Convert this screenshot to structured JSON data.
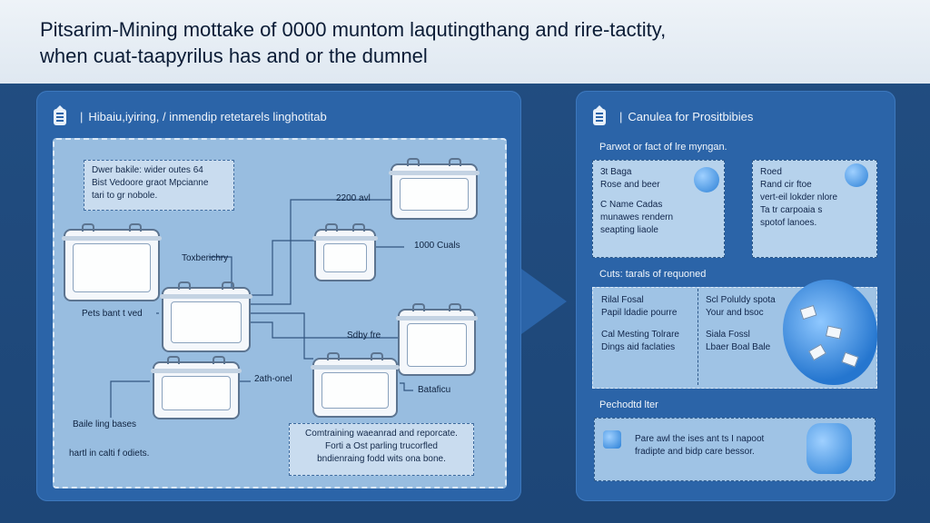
{
  "header": {
    "title_line1": "Pitsarim-Mining mottake of 0000 muntom laqutingthang and rire-tactity,",
    "title_line2": "when cuat-taapyrilus has and or the dumnel"
  },
  "left_panel": {
    "header_label": "Hibaiu,iyiring, / inmendip retetarels linghotitab",
    "note_top": [
      "Dwer bakile: wider outes 64",
      "Bist Vedoore graot Mpcianne",
      "tari to gr nobole."
    ],
    "label_temperature": "Toxberichry",
    "label_feed": "Pets bant t ved",
    "label_200": "2200 avl",
    "label_1000": "1000 Cuals",
    "label_hours": "Sdby fre",
    "label_24h": "2ath-onel",
    "label_bullets": "Bataficu",
    "label_base": "Baile ling bases",
    "label_hard": "hartl in calti f odiets.",
    "note_bottom": [
      "Comtraining waeanrad and reporcate.",
      "Forti a Ost parling trucorfled",
      "bndienraing fodd wits ona bone."
    ]
  },
  "right_panel": {
    "header_label": "Canulea for Prositbibies",
    "section1_title": "Parwot or fact of lre myngan.",
    "card1": [
      "3t Baga",
      "Rose and beer",
      "",
      "C Name Cadas",
      "munawes rendern",
      "seapting liaole"
    ],
    "card2": [
      "Roed",
      "Rand cir ftoe",
      "vert-eil lokder nlore",
      "Ta tr carpoaia s",
      "spotof lanoes."
    ],
    "section2_title": "Cuts: tarals of requoned",
    "card3": [
      "Rilal Fosal",
      "Papil ldadie pourre",
      "",
      "Cal Mesting Tolrare",
      "Dings aid faclaties"
    ],
    "card4": [
      "Scl Poluldy spota",
      "Your and bsoc",
      "",
      "Siala Fossl",
      "Lbaer Boal Bale"
    ],
    "section3_title": "Pechodtd lter",
    "card5": [
      "Pare awl the ises ant ts I napoot",
      "fradipte and bidp care bessor."
    ]
  },
  "colors": {
    "background": "#224e82",
    "panel": "#2b64a8",
    "diagram_fill": "#98bde0",
    "title_bar": "#e6edf4"
  },
  "icons": [
    "seal-icon",
    "arrow-icon",
    "water-drop-icon",
    "bulb-icon",
    "document-cluster-icon"
  ]
}
